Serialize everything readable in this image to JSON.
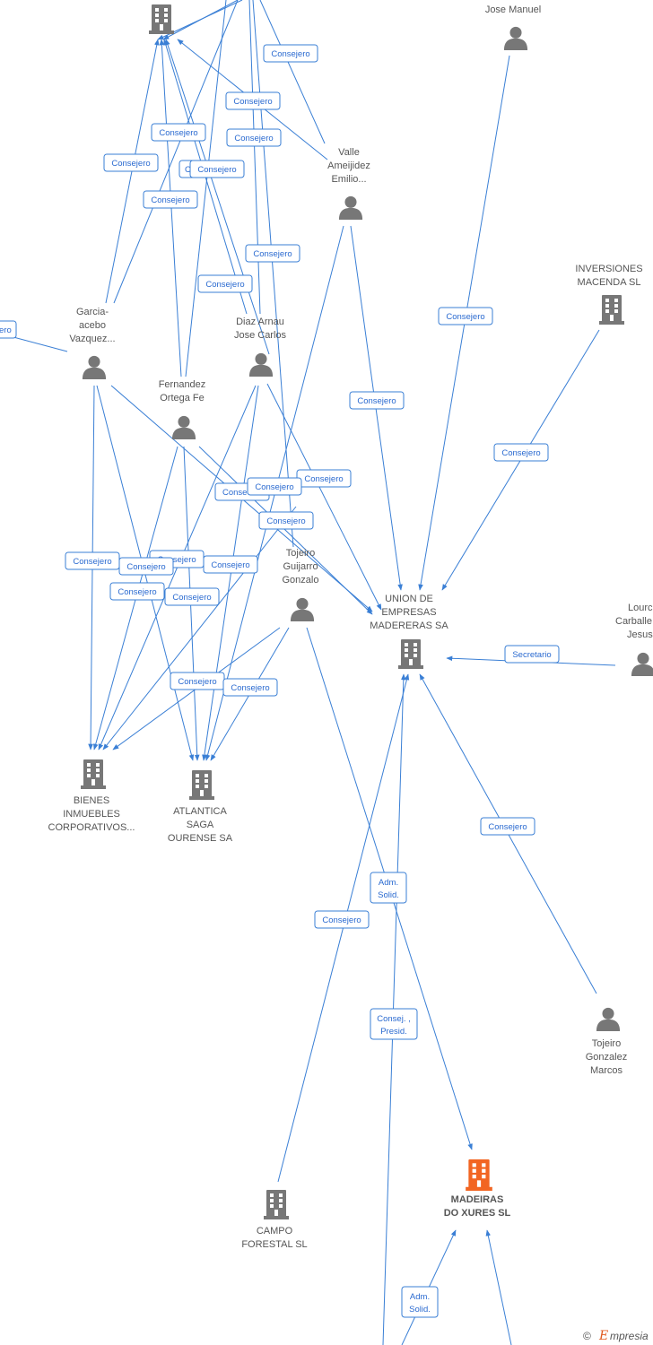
{
  "colors": {
    "edge": "#3a7fd5",
    "node": "#777777",
    "focus": "#f26522",
    "label": "#555555"
  },
  "nodes": {
    "top_company": {
      "kind": "company",
      "lines": []
    },
    "jose_manuel": {
      "kind": "person",
      "lines": [
        "Jose Manuel"
      ]
    },
    "valle": {
      "kind": "person",
      "lines": [
        "Valle",
        "Ameijidez",
        "Emilio..."
      ]
    },
    "inversiones": {
      "kind": "company",
      "lines": [
        "INVERSIONES",
        "MACENDA SL"
      ]
    },
    "garcia": {
      "kind": "person",
      "lines": [
        "Garcia-",
        "acebo",
        "Vazquez..."
      ]
    },
    "diaz": {
      "kind": "person",
      "lines": [
        "Diaz Arnau",
        "Jose Carlos"
      ]
    },
    "fernandez": {
      "kind": "person",
      "lines": [
        "Fernandez",
        "Ortega Fe"
      ]
    },
    "tojeiro_gg": {
      "kind": "person",
      "lines": [
        "Tojeiro",
        "Guijarro",
        "Gonzalo"
      ]
    },
    "union": {
      "kind": "company",
      "lines": [
        "UNION DE",
        "EMPRESAS",
        "MADERERAS SA"
      ]
    },
    "lourc": {
      "kind": "person",
      "lines": [
        "Lourc",
        "Carballe",
        "Jesus"
      ]
    },
    "bienes": {
      "kind": "company",
      "lines": [
        "BIENES",
        "INMUEBLES",
        "CORPORATIVOS..."
      ]
    },
    "atlantica": {
      "kind": "company",
      "lines": [
        "ATLANTICA",
        "SAGA",
        "OURENSE SA"
      ]
    },
    "tojeiro_gm": {
      "kind": "person",
      "lines": [
        "Tojeiro",
        "Gonzalez",
        "Marcos"
      ]
    },
    "madeiras": {
      "kind": "focus",
      "lines": [
        "MADEIRAS",
        "DO XURES  SL"
      ]
    },
    "campo": {
      "kind": "company",
      "lines": [
        "CAMPO",
        "FORESTAL SL"
      ]
    }
  },
  "edge_labels": {
    "consejero": "Consejero",
    "secretario": "Secretario",
    "adm_solid": [
      "Adm.",
      "Solid."
    ],
    "consej_presid": [
      "Consej. ,",
      "Presid."
    ],
    "cut_left": "ero",
    "cut_conse": "Conse",
    "cut_c": "C",
    "cut_cons": "Cons"
  },
  "footer": {
    "copyright": "©",
    "brand_initial": "E",
    "brand_rest": "mpresia"
  }
}
